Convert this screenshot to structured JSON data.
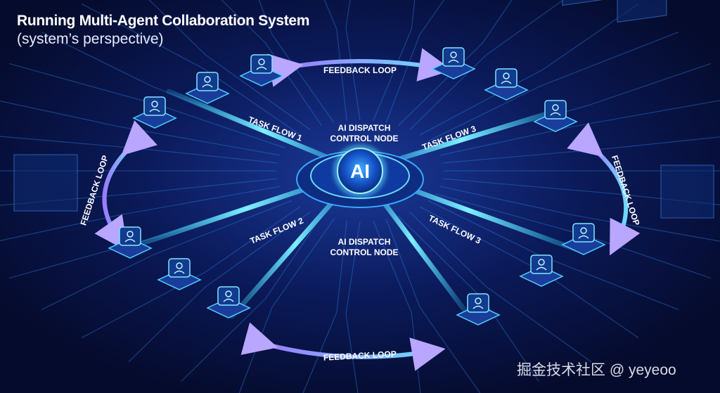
{
  "title": "Running Multi-Agent Collaboration System",
  "subtitle": "(system’s perspective)",
  "hub": {
    "label": "AI"
  },
  "labels": {
    "feedback_top": "FEEDBACK LOOP",
    "feedback_left": "FEEDBACK LOOP",
    "feedback_right": "FEEDBACK LOOP",
    "feedback_bottom": "FEEDBACK LOOP",
    "task_flow_1": "TASK FLOW 1",
    "task_flow_2": "TASK FLOW 2",
    "task_flow_3_upper": "TASK FLOW 3",
    "task_flow_3_lower": "TASK FLOW 3",
    "dispatch_upper_1": "AI DISPATCH",
    "dispatch_upper_2": "CONTROL NODE",
    "dispatch_lower_1": "AI DISPATCH",
    "dispatch_lower_2": "CONTROL NODE"
  },
  "watermark": "掘金技术社区 @ yeyeoo",
  "colors": {
    "background": "#07103a",
    "cyan": "#38d6ff",
    "violet": "#9a7bff",
    "hub": "#1a6fe0"
  },
  "agent_nodes": [
    {
      "icon": "search-document-icon"
    },
    {
      "icon": "bar-chart-icon"
    },
    {
      "icon": "agent-analyst-icon"
    },
    {
      "icon": "brain-head-icon"
    },
    {
      "icon": "network-icon"
    },
    {
      "icon": "gear-icon"
    },
    {
      "icon": "bar-chart-icon"
    },
    {
      "icon": "report-chart-icon"
    },
    {
      "icon": "brain-icon"
    },
    {
      "icon": "gear-icon"
    },
    {
      "icon": "search-icon"
    },
    {
      "icon": "agent-head-icon"
    }
  ]
}
